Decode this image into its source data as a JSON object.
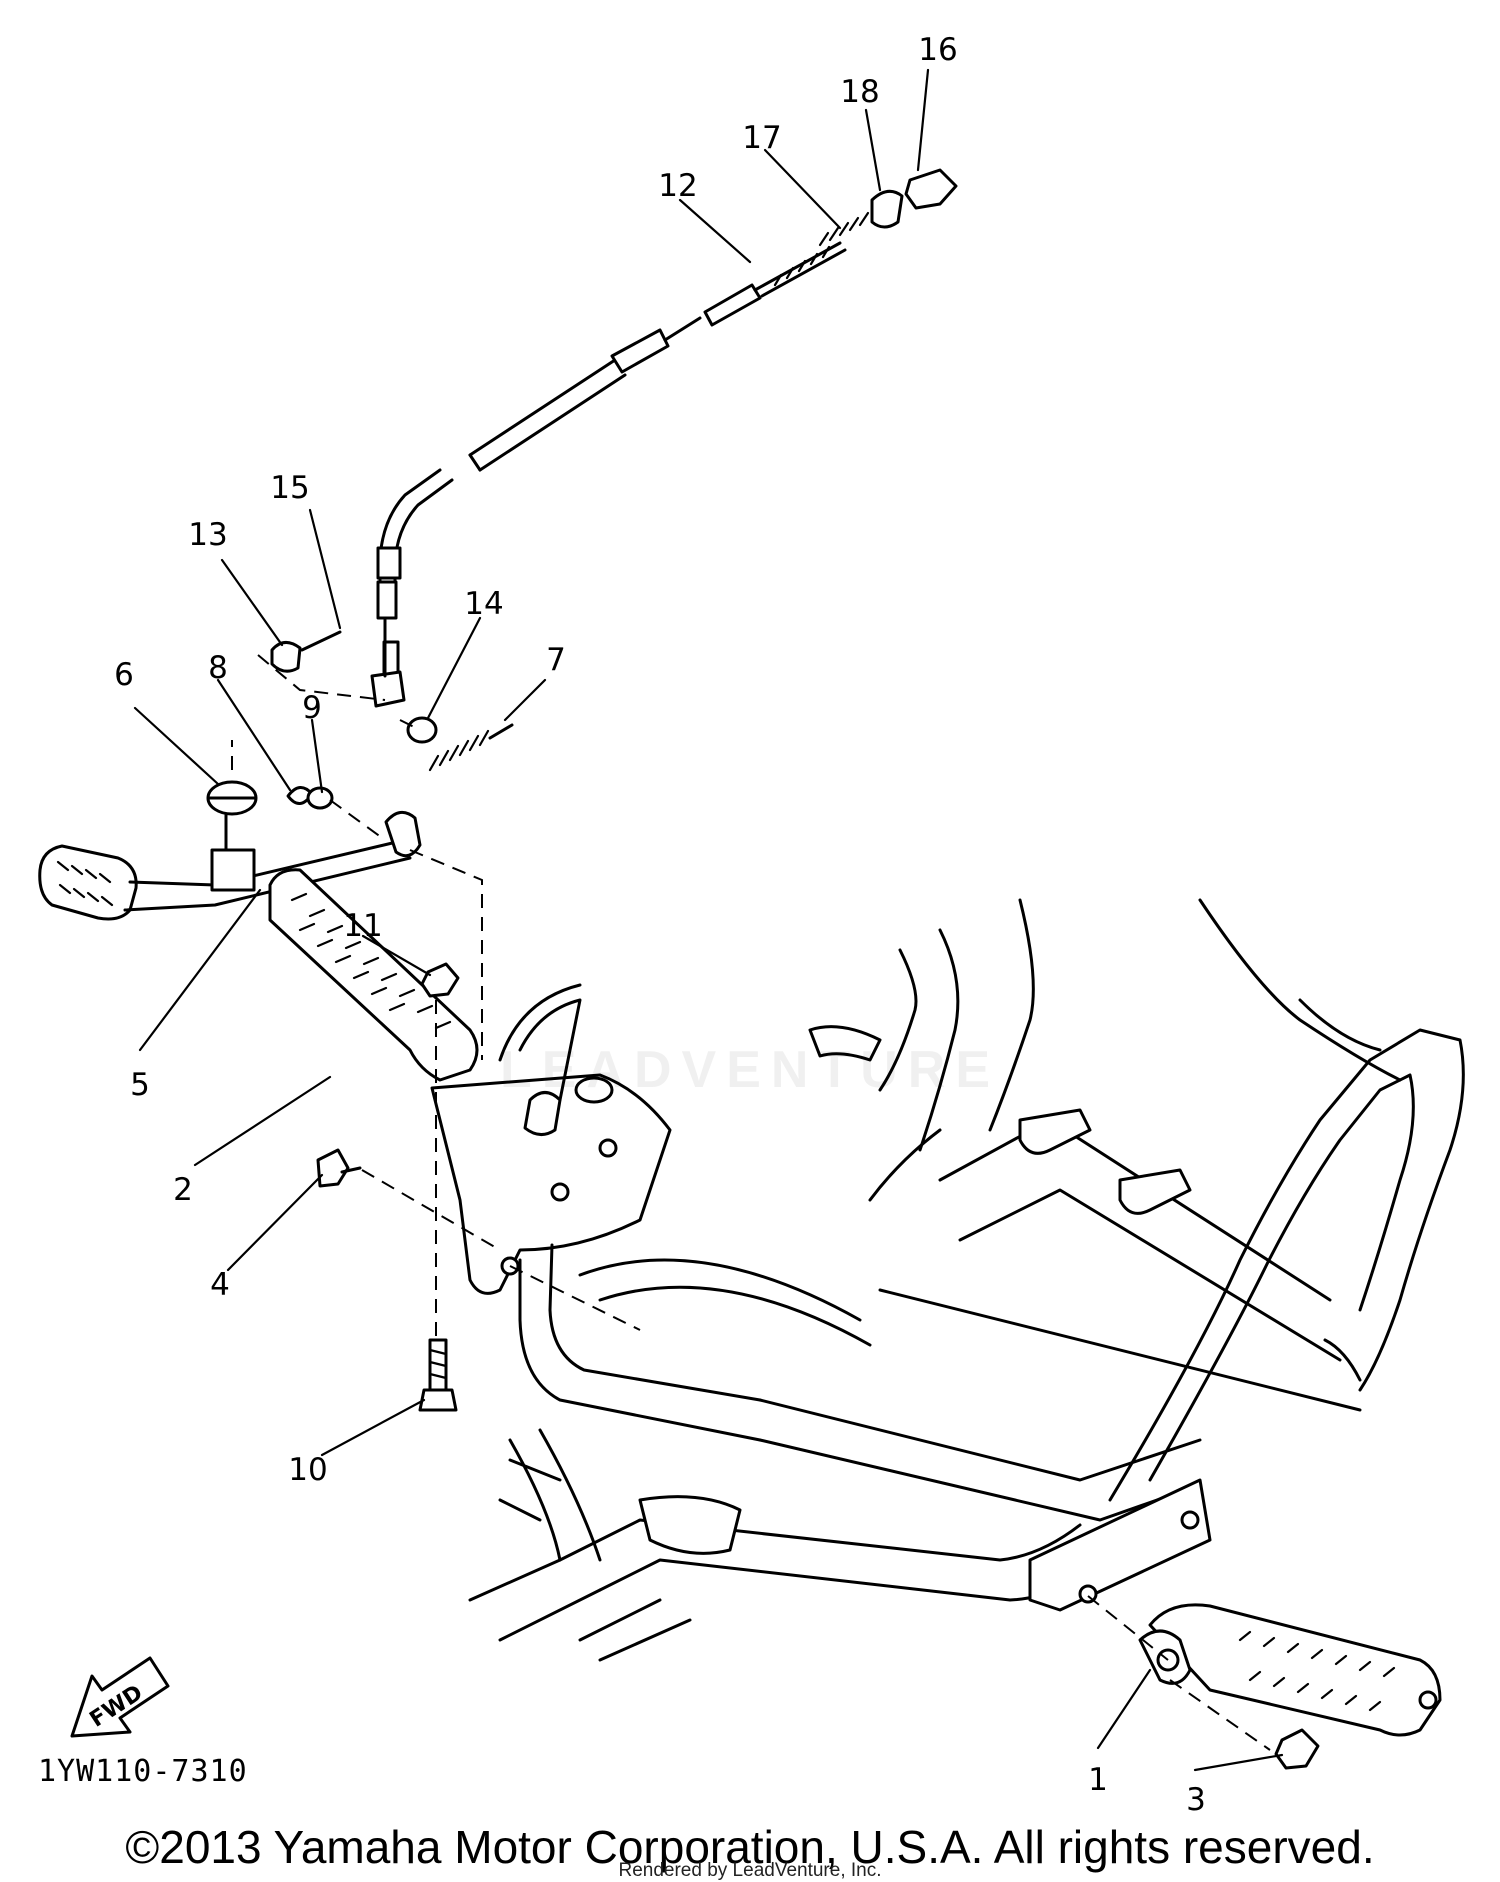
{
  "callouts": [
    "1",
    "2",
    "3",
    "4",
    "5",
    "6",
    "7",
    "8",
    "9",
    "10",
    "11",
    "12",
    "13",
    "14",
    "15",
    "16",
    "17",
    "18"
  ],
  "fwd_label": "FWD",
  "diagram_code": "1YW110-7310",
  "copyright": "©2013 Yamaha Motor Corporation, U.S.A. All rights reserved.",
  "rendered_by": "Rendered by LeadVenture, Inc.",
  "watermark": "LEADVENTURE"
}
